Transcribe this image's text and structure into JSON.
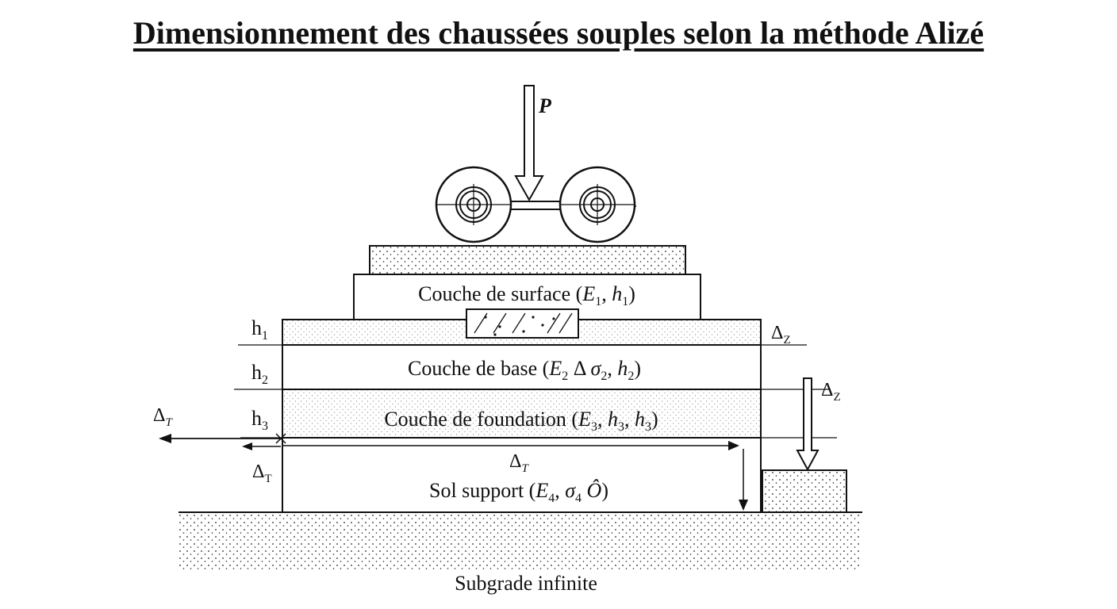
{
  "title": "Dimensionnement des chaussées souples selon la méthode Alizé",
  "load": {
    "label": "P"
  },
  "layers": {
    "surface": {
      "prefix": "Couche de surface (",
      "E": "E",
      "E_sub": "1",
      "sep": ", ",
      "h": "h",
      "h_sub": "1",
      "suffix": ")"
    },
    "base": {
      "prefix": "Couche de base (",
      "E": "E",
      "E_sub": "2",
      "mid": " Δ ",
      "sigma": "σ",
      "sigma_sub": "2",
      "sep": ", ",
      "h": "h",
      "h_sub": "2",
      "suffix": ")"
    },
    "foundation": {
      "prefix": "Couche de foundation (",
      "E": "E",
      "E_sub": "3",
      "sep1": ", ",
      "h": "h",
      "h_sub": "3",
      "sep2": ", ",
      "h2": "h",
      "h2_sub": "3",
      "suffix": ")"
    },
    "subgrade_support": {
      "prefix": "Sol support (",
      "E": "E",
      "E_sub": "4",
      "sep": ", ",
      "sigma": "σ",
      "sigma_sub": "4",
      "sym": " Ô",
      "suffix": ")"
    }
  },
  "thickness_labels": [
    {
      "base": "h",
      "sub": "1"
    },
    {
      "base": "h",
      "sub": "2"
    },
    {
      "base": "h",
      "sub": "3"
    }
  ],
  "deltas": {
    "right_top": {
      "base": "Δ",
      "sub": "Z"
    },
    "right_mid": {
      "base": "Δ",
      "sub": "Z"
    },
    "left_arrow": {
      "base": "Δ",
      "sub": "T"
    },
    "center_arrow": {
      "base": "Δ",
      "sub": "T"
    },
    "left_lower": {
      "base": "Δ",
      "sub": "T"
    }
  },
  "subgrade": {
    "label": "Subgrade infinite"
  }
}
